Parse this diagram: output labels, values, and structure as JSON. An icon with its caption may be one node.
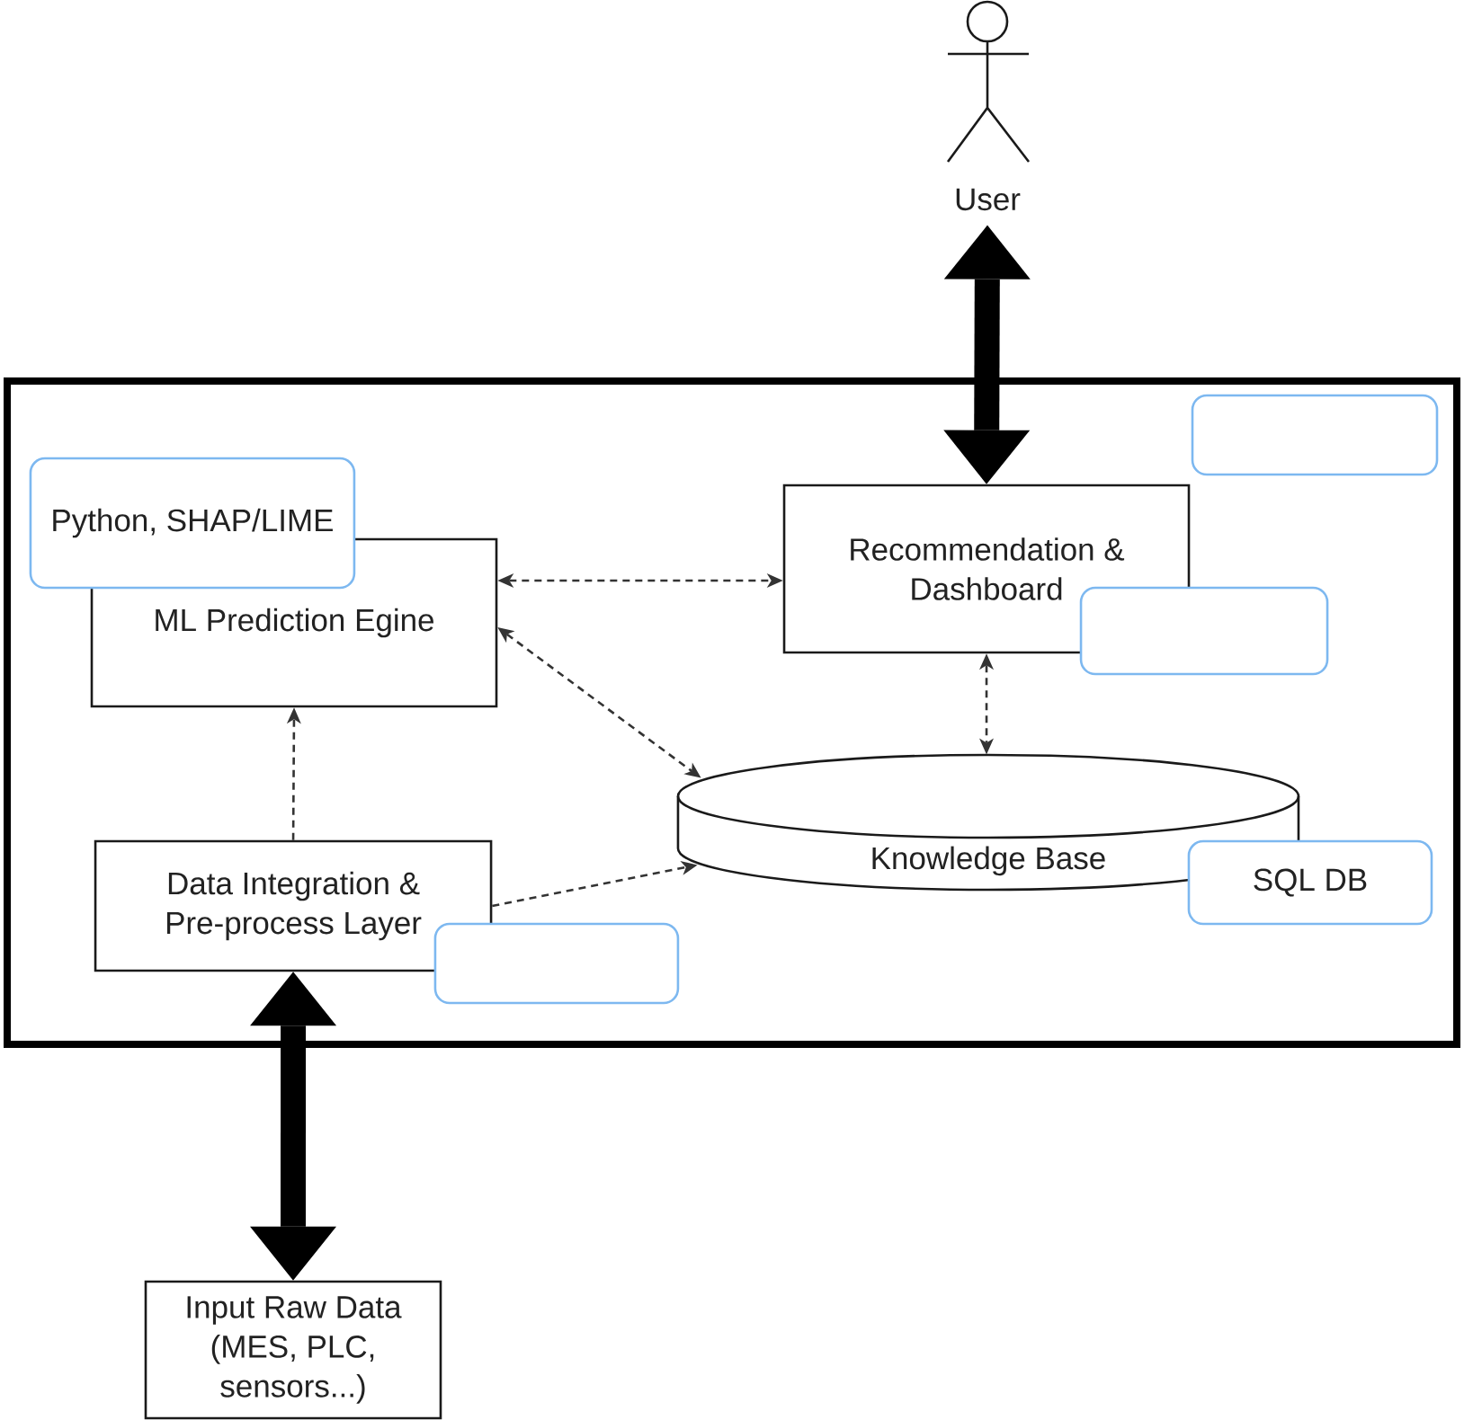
{
  "diagram": {
    "nodes": [
      {
        "text": [
          "User"
        ]
      },
      {
        "text": [],
        "shape": "box"
      },
      {
        "text": [],
        "shape": "box",
        "in": 1
      },
      {
        "text": [
          "Python, SHAP/LIME"
        ],
        "in": 1
      },
      {
        "text": [
          "Recommendation & Dashboard"
        ],
        "in": 1
      },
      {
        "text": [
          "ML Prediction Egine"
        ],
        "in": 1
      },
      {
        "text": [],
        "shape": "box",
        "in": 1
      },
      {
        "text": [
          "Knowledge Base"
        ],
        "in": 1
      },
      {
        "text": [
          "Data Integration & Pre-process Layer"
        ],
        "in": 1
      },
      {
        "text": [
          "SQL DB"
        ],
        "in": 1
      },
      {
        "text": [],
        "shape": "box",
        "in": 1
      },
      {
        "text": [
          "Input Raw Data (MES, PLC, sensors...)"
        ]
      }
    ],
    "edges": [
      {
        "from": 0,
        "to": 4,
        "arrow": "both",
        "style": "thick"
      },
      {
        "from": 5,
        "to": 4,
        "arrow": "both",
        "style": "dashed"
      },
      {
        "from": 5,
        "to": 7,
        "arrow": "both",
        "style": "dashed"
      },
      {
        "from": 4,
        "to": 7,
        "arrow": "both",
        "style": "dashed"
      },
      {
        "from": 8,
        "to": 5,
        "arrow": "to",
        "style": "dashed"
      },
      {
        "from": 8,
        "to": 7,
        "arrow": "to",
        "style": "dashed"
      },
      {
        "from": 11,
        "to": 8,
        "arrow": "both",
        "style": "thick"
      }
    ]
  }
}
